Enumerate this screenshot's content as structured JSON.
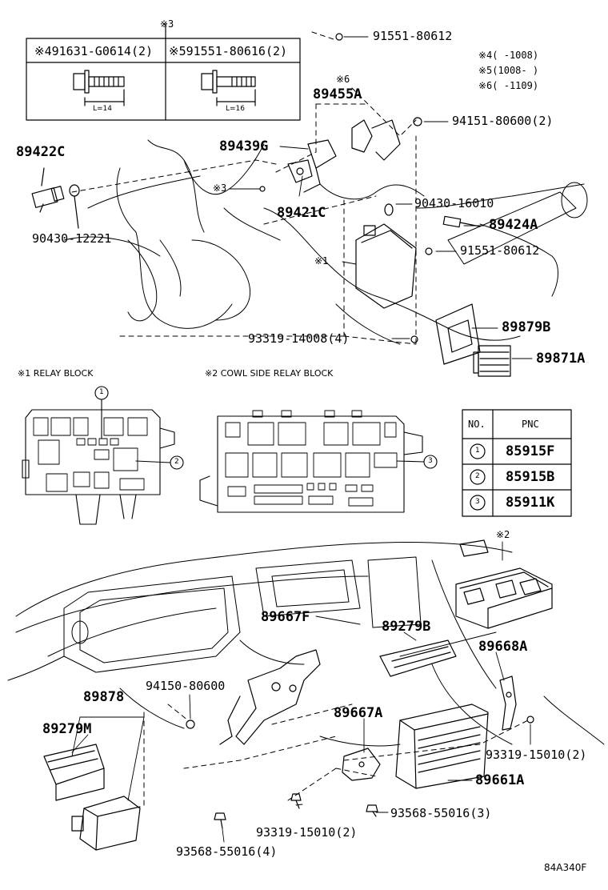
{
  "diagram_code": "84A340F",
  "part_numbers": {
    "p91551_80612_top": "91551-80612",
    "p94151_80600": "94151-80600(2)",
    "p89455A": "89455A",
    "p89422C": "89422C",
    "p89439G": "89439G",
    "p89421C": "89421C",
    "p90430_16010": "90430-16010",
    "p89424A": "89424A",
    "p90430_12221": "90430-12221",
    "p91551_80612_mid": "91551-80612",
    "p93319_14008": "93319-14008(4)",
    "p89879B": "89879B",
    "p89871A": "89871A",
    "p89667F": "89667F",
    "p89279B": "89279B",
    "p89668A": "89668A",
    "p89878": "89878",
    "p94150_80600": "94150-80600",
    "p89279M": "89279M",
    "p89667A": "89667A",
    "p93319_15010_right": "93319-15010(2)",
    "p89661A": "89661A",
    "p93568_55016_3": "93568-55016(3)",
    "p93319_15010_bottom": "93319-15010(2)",
    "p93568_55016_4": "93568-55016(4)"
  },
  "markers": {
    "m3_top": "※3",
    "m6": "※6",
    "m3_left": "※3",
    "m1": "※1",
    "m2_dash": "※2"
  },
  "bolt_box": {
    "left_header": "※491631-G0614(2)",
    "right_header": "※591551-80616(2)",
    "left_length": "L=14",
    "right_length": "L=16"
  },
  "date_notes": [
    {
      "mark": "※4",
      "range": "(     -1008)"
    },
    {
      "mark": "※5",
      "range": "(1008-     )"
    },
    {
      "mark": "※6",
      "range": "(     -1109)"
    }
  ],
  "relay_block": {
    "title": "※1 RELAY BLOCK",
    "callout_1": "1",
    "callout_2": "2"
  },
  "cowl_block": {
    "title": "※2 COWL SIDE RELAY BLOCK",
    "callout_3": "3"
  },
  "pnc_table": {
    "headers": [
      "NO.",
      "PNC"
    ],
    "rows": [
      {
        "no": "1",
        "pnc": "85915F"
      },
      {
        "no": "2",
        "pnc": "85915B"
      },
      {
        "no": "3",
        "pnc": "85911K"
      }
    ]
  }
}
